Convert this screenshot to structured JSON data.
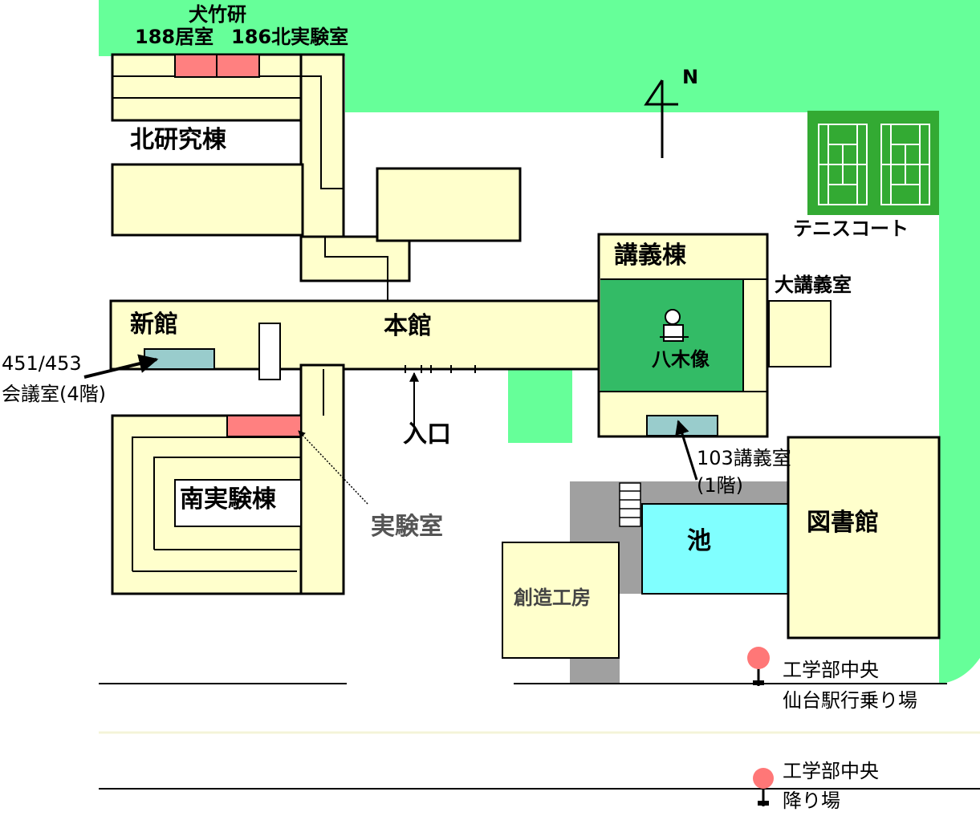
{
  "labels": {
    "lab_group": "犬竹研",
    "room_188": "188居室",
    "room_186": "186北実験室",
    "north_building": "北研究棟",
    "new_building": "新館",
    "main_building": "本館",
    "conference_room_number": "451/453",
    "conference_room_name": "会議室(4階)",
    "entrance": "入口",
    "south_lab_building": "南実験棟",
    "laboratory": "実験室",
    "lecture_building": "講義棟",
    "large_lecture_room": "大講義室",
    "yagi_statue": "八木像",
    "room_103": "103講義室",
    "room_103_floor": "(1階)",
    "tennis_court": "テニスコート",
    "north_mark": "N",
    "pond": "池",
    "library": "図書館",
    "creative_workshop": "創造工房",
    "bus_stop_1_line1": "工学部中央",
    "bus_stop_1_line2": "仙台駅行乗り場",
    "bus_stop_2_line1": "工学部中央",
    "bus_stop_2_line2": "降り場"
  },
  "icons": {
    "compass": "north-arrow-icon",
    "statue": "statue-icon",
    "bus_stop": "bus-stop-icon"
  },
  "colors": {
    "green_area": "#66ff99",
    "building": "#ffffcc",
    "highlight_room": "#ff8080",
    "meeting_room": "#99cccc",
    "pond": "#80ffff",
    "path_gray": "#a0a0a0",
    "tennis_court": "#33aa33"
  }
}
